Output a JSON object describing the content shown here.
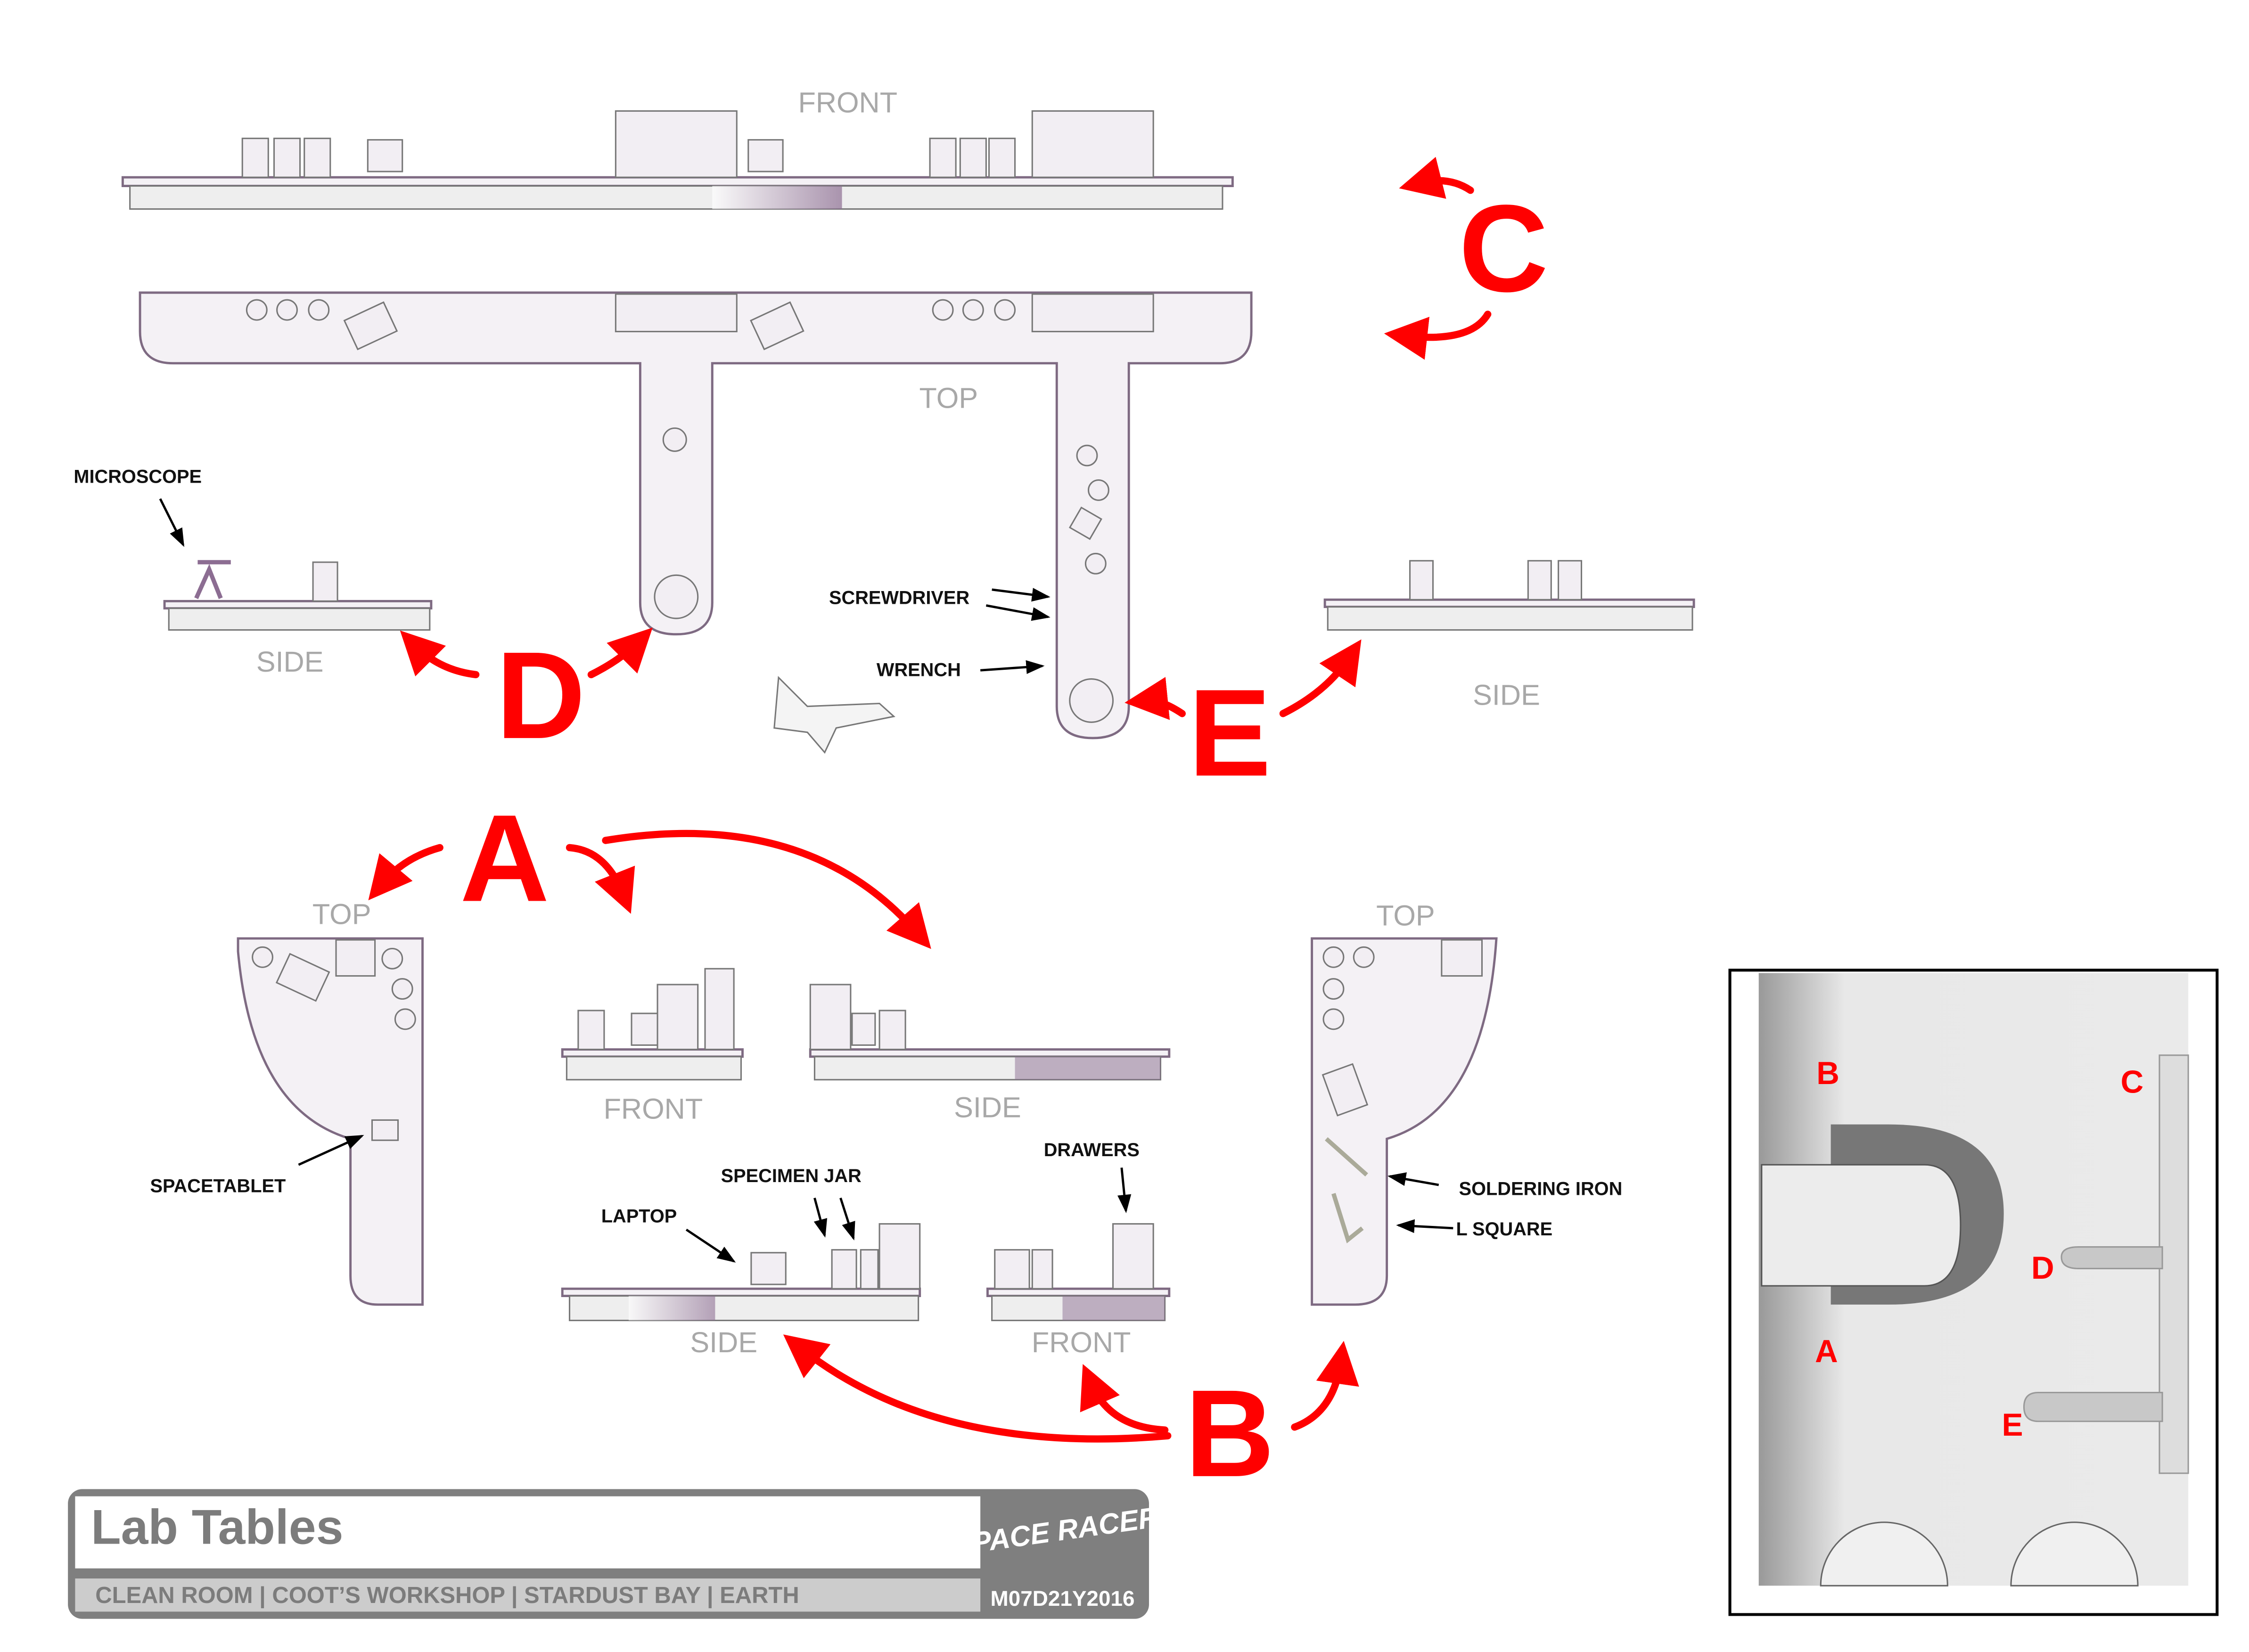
{
  "views": {
    "front_main": "FRONT",
    "top_main": "TOP",
    "side_d": "SIDE",
    "side_e": "SIDE",
    "top_a": "TOP",
    "front_a": "FRONT",
    "side_a": "SIDE",
    "side_b": "SIDE",
    "front_b": "FRONT",
    "top_b": "TOP"
  },
  "callouts": {
    "microscope": "MICROSCOPE",
    "screwdriver": "SCREWDRIVER",
    "wrench": "WRENCH",
    "spacetablet": "SPACETABLET",
    "specimen_jar": "SPECIMEN JAR",
    "laptop": "LAPTOP",
    "drawers": "DRAWERS",
    "soldering_iron": "SOLDERING IRON",
    "l_square": "L SQUARE"
  },
  "markers": {
    "a": "A",
    "b": "B",
    "c": "C",
    "d": "D",
    "e": "E"
  },
  "minimap": {
    "a": "A",
    "b": "B",
    "c": "C",
    "d": "D",
    "e": "E"
  },
  "title_block": {
    "title": "Lab Tables",
    "location": "CLEAN ROOM | COOT’S WORKSHOP | STARDUST BAY | EARTH",
    "logo_text": "SPACE RACERS",
    "date": "M07D21Y2016"
  },
  "colors": {
    "accent": "#ff0000",
    "table_outline": "#7e6a82",
    "title_gray": "#7c7c7c"
  }
}
